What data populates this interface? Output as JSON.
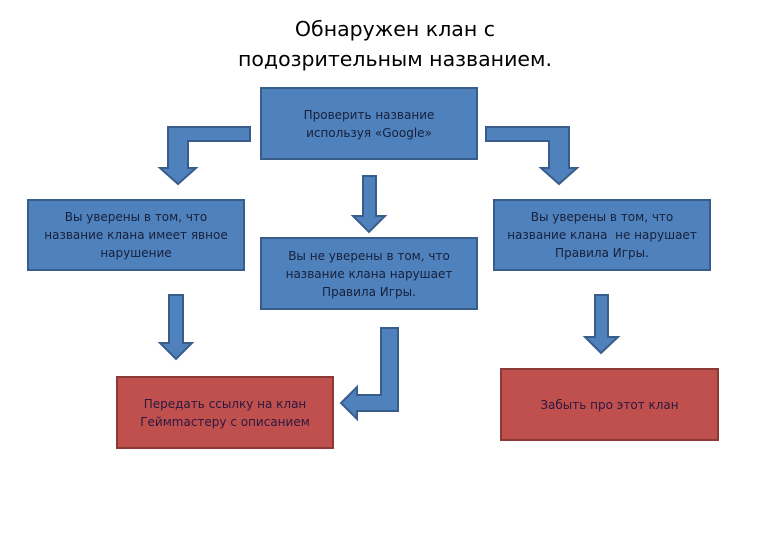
{
  "title": {
    "line1": "Обнаружен клан с",
    "line2": "подозрительным названием."
  },
  "nodes": {
    "check": {
      "line1": "Проверить название",
      "line2": "используя «Google»"
    },
    "sure_violation": {
      "line1": "Вы уверены в том, что",
      "line2": "название клана имеет явное",
      "line3": "нарушение"
    },
    "unsure": {
      "line1": "Вы не уверены в том, что",
      "line2": "название клана нарушает",
      "line3": "Правила Игры."
    },
    "sure_ok": {
      "line1": "Вы уверены в том, что",
      "line2": "название клана  не нарушает",
      "line3": "Правила Игры."
    },
    "report": {
      "line1": "Передать ссылку на клан",
      "line2": "Геймmастеру с описанием"
    },
    "forget": {
      "line1": "Забыть про этот клан"
    }
  },
  "colors": {
    "blue_fill": "#4f81bd",
    "blue_border": "#385d8a",
    "red_fill": "#c0504d",
    "red_border": "#8c3836"
  }
}
